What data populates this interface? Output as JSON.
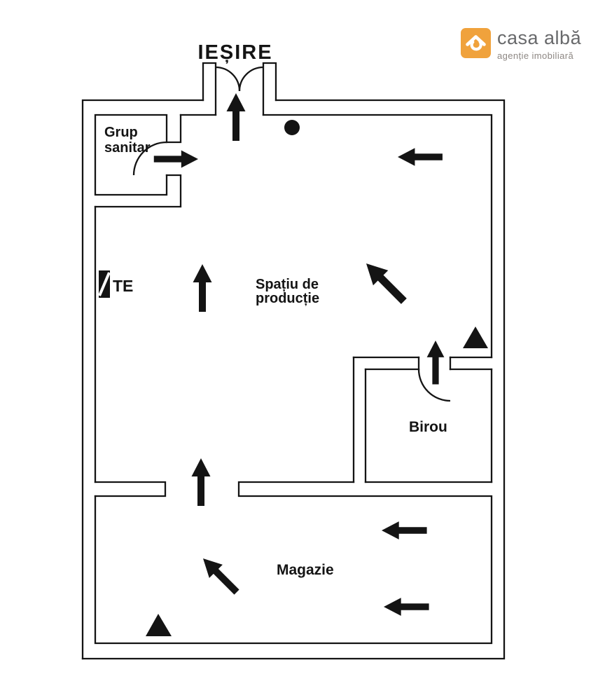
{
  "logo": {
    "name": "casa albă",
    "tagline": "agenție imobiliară",
    "accent_color": "#F0A23C",
    "name_color": "#68696b",
    "tagline_color": "#8d8783",
    "icon": "house-icon"
  },
  "plan": {
    "ink_color": "#141414",
    "exit_label": "IEȘIRE",
    "rooms": {
      "sanitary": {
        "line1": "Grup",
        "line2": "sanitar"
      },
      "production": {
        "line1": "Spațiu de",
        "line2": "producție"
      },
      "office": {
        "label": "Birou"
      },
      "storage": {
        "label": "Magazie"
      }
    },
    "electrical_panel_label": "TE",
    "markers": {
      "dot": "circle-marker",
      "triangles": "triangle-marker"
    }
  }
}
